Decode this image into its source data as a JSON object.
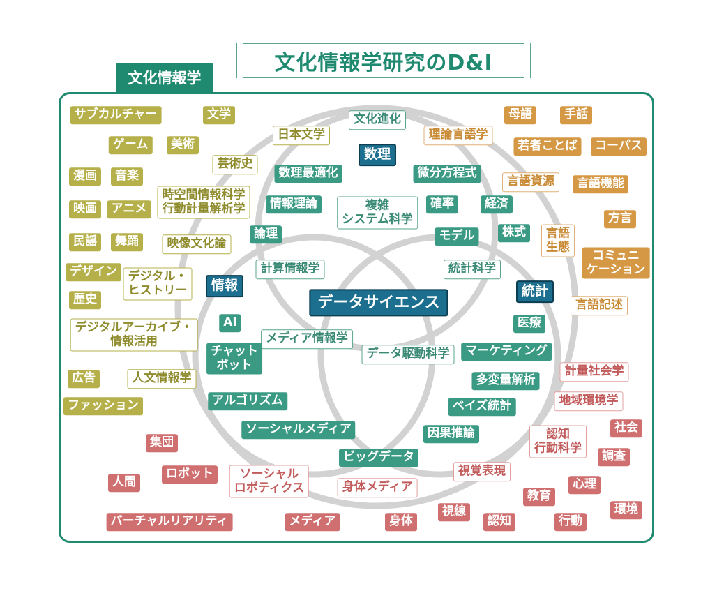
{
  "title": "文化情報学研究のD&I",
  "frame_label": "文化情報学",
  "colors": {
    "frame": "#1f8a70",
    "venn_circle": "#cfcfcf",
    "olive": "#b5b04a",
    "teal": "#3a9a83",
    "orange": "#d59845",
    "red": "#cf6f6f",
    "core_blue": "#1c6f8e"
  },
  "venn_circles": [
    "数理",
    "情報",
    "統計"
  ],
  "tags": [
    {
      "text": "サブカルチャー",
      "style": "olive-f"
    },
    {
      "text": "文学",
      "style": "olive-f"
    },
    {
      "text": "ゲーム",
      "style": "olive-f"
    },
    {
      "text": "美術",
      "style": "olive-f"
    },
    {
      "text": "漫画",
      "style": "olive-f"
    },
    {
      "text": "音楽",
      "style": "olive-f"
    },
    {
      "text": "映画",
      "style": "olive-f"
    },
    {
      "text": "アニメ",
      "style": "olive-f"
    },
    {
      "text": "民謡",
      "style": "olive-f"
    },
    {
      "text": "舞踊",
      "style": "olive-f"
    },
    {
      "text": "デザイン",
      "style": "olive-f"
    },
    {
      "text": "歴史",
      "style": "olive-f"
    },
    {
      "text": "広告",
      "style": "olive-f"
    },
    {
      "text": "ファッション",
      "style": "olive-f"
    },
    {
      "text": "日本文学",
      "style": "olive-o"
    },
    {
      "text": "芸術史",
      "style": "olive-o"
    },
    {
      "text": "時空間情報科学\n行動計量解析学",
      "style": "olive-o"
    },
    {
      "text": "映像文化論",
      "style": "olive-o"
    },
    {
      "text": "デジタル・\nヒストリー",
      "style": "olive-o"
    },
    {
      "text": "デジタルアーカイブ・\n情報活用",
      "style": "olive-o"
    },
    {
      "text": "人文情報学",
      "style": "olive-o"
    },
    {
      "text": "文化進化",
      "style": "teal-o"
    },
    {
      "text": "数理最適化",
      "style": "teal-f"
    },
    {
      "text": "微分方程式",
      "style": "teal-f"
    },
    {
      "text": "情報理論",
      "style": "teal-f"
    },
    {
      "text": "複雑\nシステム科学",
      "style": "teal-o"
    },
    {
      "text": "確率",
      "style": "teal-f"
    },
    {
      "text": "経済",
      "style": "teal-f"
    },
    {
      "text": "論理",
      "style": "teal-f"
    },
    {
      "text": "モデル",
      "style": "teal-f"
    },
    {
      "text": "株式",
      "style": "teal-f"
    },
    {
      "text": "計算情報学",
      "style": "teal-o"
    },
    {
      "text": "統計科学",
      "style": "teal-o"
    },
    {
      "text": "AI",
      "style": "teal-f"
    },
    {
      "text": "メディア情報学",
      "style": "teal-o"
    },
    {
      "text": "医療",
      "style": "teal-f"
    },
    {
      "text": "チャット\nボット",
      "style": "teal-f"
    },
    {
      "text": "データ駆動科学",
      "style": "teal-o"
    },
    {
      "text": "マーケティング",
      "style": "teal-f"
    },
    {
      "text": "多変量解析",
      "style": "teal-f"
    },
    {
      "text": "アルゴリズム",
      "style": "teal-f"
    },
    {
      "text": "ベイズ統計",
      "style": "teal-f"
    },
    {
      "text": "ソーシャルメディア",
      "style": "teal-f"
    },
    {
      "text": "因果推論",
      "style": "teal-f"
    },
    {
      "text": "ビッグデータ",
      "style": "teal-f"
    },
    {
      "text": "数理",
      "style": "blue-f"
    },
    {
      "text": "情報",
      "style": "blue-f"
    },
    {
      "text": "統計",
      "style": "blue-f"
    },
    {
      "text": "データサイエンス",
      "style": "blue-f"
    },
    {
      "text": "母語",
      "style": "orange-f"
    },
    {
      "text": "手話",
      "style": "orange-f"
    },
    {
      "text": "理論言語学",
      "style": "orange-o"
    },
    {
      "text": "若者ことば",
      "style": "orange-f"
    },
    {
      "text": "コーパス",
      "style": "orange-f"
    },
    {
      "text": "言語資源",
      "style": "orange-o"
    },
    {
      "text": "言語機能",
      "style": "orange-f"
    },
    {
      "text": "方言",
      "style": "orange-f"
    },
    {
      "text": "言語\n生態",
      "style": "orange-o"
    },
    {
      "text": "コミュニ\nケーション",
      "style": "orange-f"
    },
    {
      "text": "言語記述",
      "style": "orange-o"
    },
    {
      "text": "計量社会学",
      "style": "red-o"
    },
    {
      "text": "地域環境学",
      "style": "red-o"
    },
    {
      "text": "社会",
      "style": "red-f"
    },
    {
      "text": "認知\n行動科学",
      "style": "red-o"
    },
    {
      "text": "調査",
      "style": "red-f"
    },
    {
      "text": "集団",
      "style": "red-f"
    },
    {
      "text": "人間",
      "style": "red-f"
    },
    {
      "text": "ロボット",
      "style": "red-f"
    },
    {
      "text": "ソーシャル\nロボティクス",
      "style": "red-o"
    },
    {
      "text": "身体メディア",
      "style": "red-o"
    },
    {
      "text": "視覚表現",
      "style": "red-o"
    },
    {
      "text": "心理",
      "style": "red-f"
    },
    {
      "text": "教育",
      "style": "red-f"
    },
    {
      "text": "環境",
      "style": "red-f"
    },
    {
      "text": "視線",
      "style": "red-f"
    },
    {
      "text": "認知",
      "style": "red-f"
    },
    {
      "text": "行動",
      "style": "red-f"
    },
    {
      "text": "身体",
      "style": "red-f"
    },
    {
      "text": "メディア",
      "style": "red-f"
    },
    {
      "text": "バーチャルリアリティ",
      "style": "red-f"
    }
  ]
}
